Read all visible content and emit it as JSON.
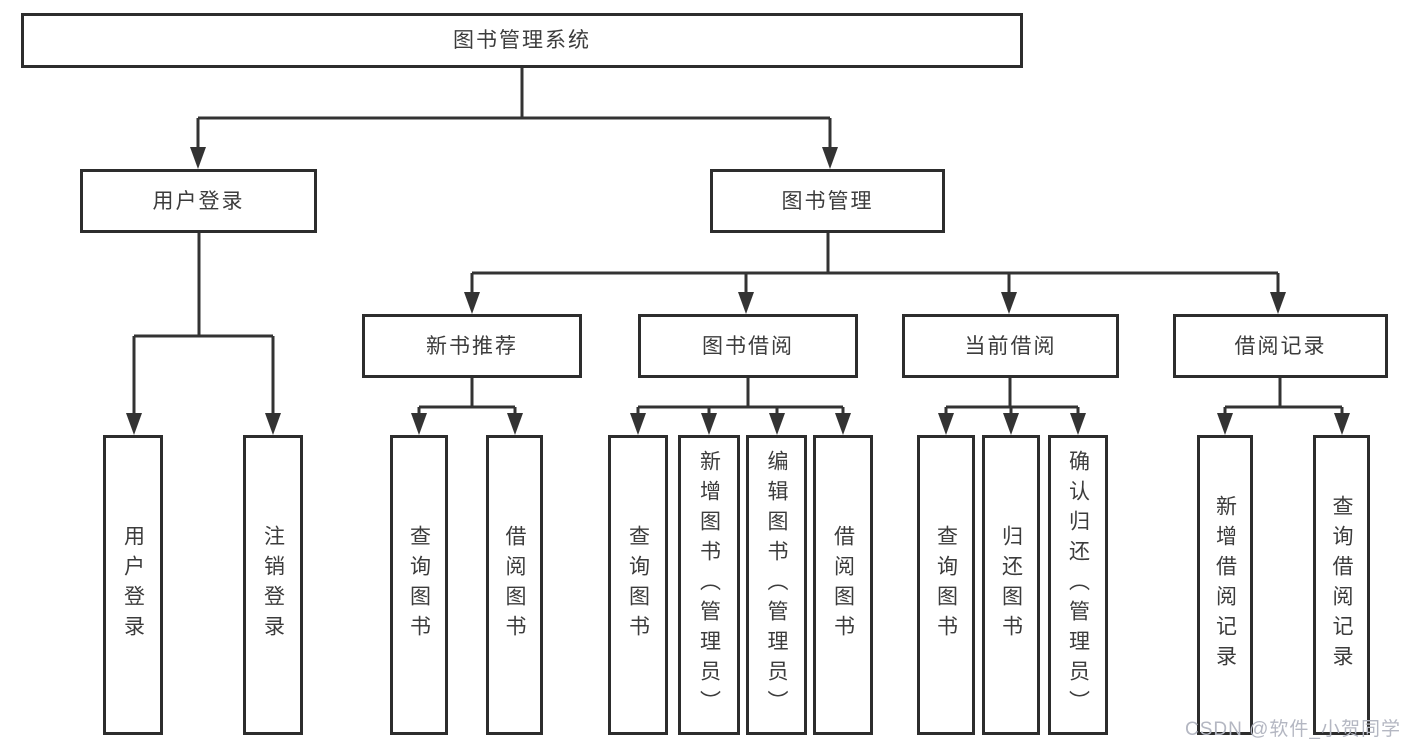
{
  "title": "图书管理系统",
  "watermark": "CSDN @软件_小贺同学",
  "colors": {
    "background": "#ffffff",
    "box_border": "#2d2d2d",
    "line": "#333333",
    "text": "#3c3c3c",
    "watermark": "#b4b7c2"
  },
  "tree": {
    "label": "图书管理系统",
    "children": [
      {
        "label": "用户登录",
        "children": [
          {
            "label": "用户登录"
          },
          {
            "label": "注销登录"
          }
        ]
      },
      {
        "label": "图书管理",
        "children": [
          {
            "label": "新书推荐",
            "children": [
              {
                "label": "查询图书"
              },
              {
                "label": "借阅图书"
              }
            ]
          },
          {
            "label": "图书借阅",
            "children": [
              {
                "label": "查询图书"
              },
              {
                "label": "新增图书（管理员）"
              },
              {
                "label": "编辑图书（管理员）"
              },
              {
                "label": "借阅图书"
              }
            ]
          },
          {
            "label": "当前借阅",
            "children": [
              {
                "label": "查询图书"
              },
              {
                "label": "归还图书"
              },
              {
                "label": "确认归还（管理员）"
              }
            ]
          },
          {
            "label": "借阅记录",
            "children": [
              {
                "label": "新增借阅记录"
              },
              {
                "label": "查询借阅记录"
              }
            ]
          }
        ]
      }
    ]
  }
}
